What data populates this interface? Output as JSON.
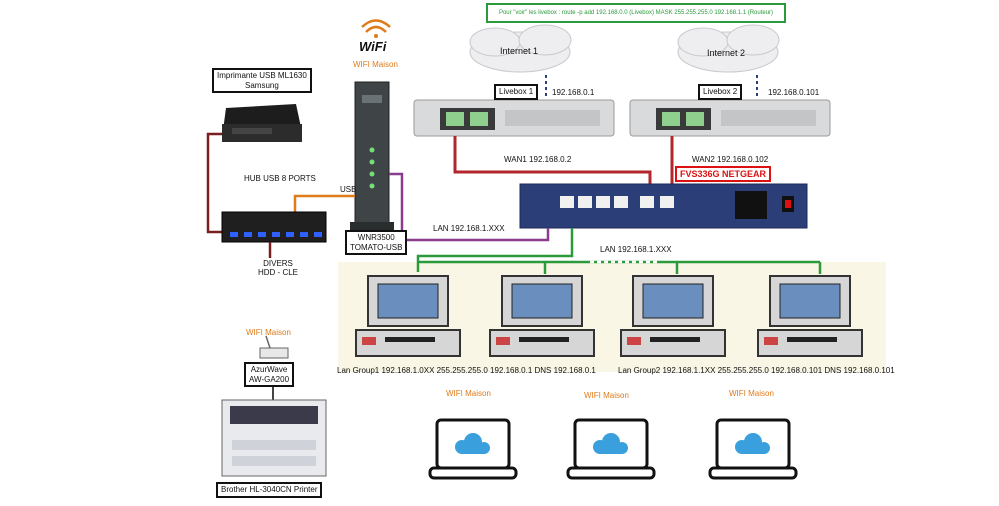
{
  "banner": "Pour \"voir\" les livebox : route -p add 192.168.0.0 (Livebox) MASK 255.255.255.0 192.168.1.1 (Routeur)",
  "wifi_logo": "WiFi",
  "wifi_maison": "WIFI Maison",
  "internet1": "Internet 1",
  "internet2": "Internet 2",
  "livebox1": {
    "name": "Livebox 1",
    "ip": "192.168.0.1",
    "wan": "WAN1 192.168.0.2"
  },
  "livebox2": {
    "name": "Livebox 2",
    "ip": "192.168.0.101",
    "wan": "WAN2 192.168.0.102"
  },
  "netgear": "FVS336G NETGEAR",
  "printer_usb": {
    "line1": "Imprimante USB ML1630",
    "line2": "Samsung"
  },
  "hub": "HUB USB 8 PORTS",
  "usb": "USB",
  "divers": {
    "line1": "DIVERS",
    "line2": "HDD - CLE"
  },
  "router": {
    "line1": "WNR3500",
    "line2": "TOMATO-USB"
  },
  "lan1": "LAN 192.168.1.XXX",
  "lan2": "LAN 192.168.1.XXX",
  "group1": "Lan Group1 192.168.1.0XX 255.255.255.0 192.168.0.1 DNS 192.168.0.1",
  "group2": "Lan Group2 192.168.1.1XX 255.255.255.0 192.168.0.101 DNS 192.168.0.101",
  "azurwave": {
    "line1": "AzurWave",
    "line2": "AW-GA200"
  },
  "brother": "Brother HL-3040CN Printer",
  "colors": {
    "red": "#b3262b",
    "green": "#2b9a3a",
    "purple": "#8a3d8c",
    "orange": "#e07b1a",
    "navy": "#2c3e78"
  }
}
